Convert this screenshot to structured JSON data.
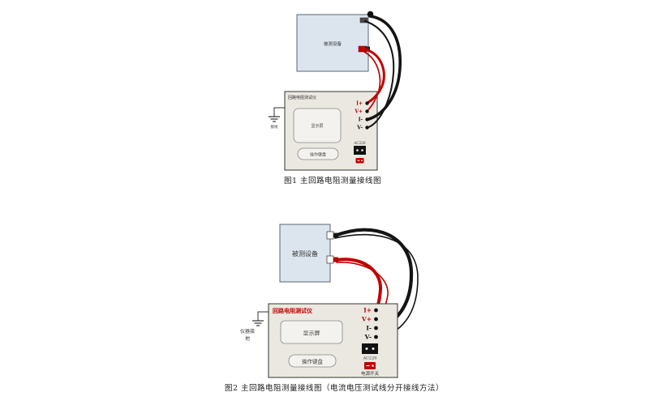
{
  "page": {
    "background": "#ffffff"
  },
  "figure1": {
    "caption": "图1  主回路电阻测量接线图",
    "device_label": "被测设备",
    "tester_title": "回路电阻测试仪",
    "display_label": "显示屏",
    "keyboard_label": "操作键盘",
    "terminals": [
      {
        "label": "I+",
        "color": "#c00000"
      },
      {
        "label": "V+",
        "color": "#c00000"
      },
      {
        "label": "I-",
        "color": "#111111"
      },
      {
        "label": "V-",
        "color": "#111111"
      }
    ],
    "socket_label": "AC220",
    "ground_label": "接地"
  },
  "figure2": {
    "caption": "图2  主回路电阻测量接线图（电流电压测试线分开接线方法）",
    "device_label": "被测设备",
    "tester_title": "回路电阻测试仪",
    "display_label": "显示屏",
    "keyboard_label": "操作键盘",
    "terminals": [
      {
        "label": "I+",
        "color": "#c00000"
      },
      {
        "label": "V+",
        "color": "#c00000"
      },
      {
        "label": "I-",
        "color": "#111111"
      },
      {
        "label": "V-",
        "color": "#111111"
      }
    ],
    "socket_label": "AC220",
    "switch_label": "电源开关",
    "ground_label_line1": "仪器接",
    "ground_label_line2": "地"
  },
  "colors": {
    "cable_red": "#c00000",
    "cable_black": "#141414",
    "device_fill": "#dce4ee",
    "tester_fill": "#eae8e0",
    "panel_fill": "#f3f2ee",
    "accent_red": "#c00000"
  }
}
